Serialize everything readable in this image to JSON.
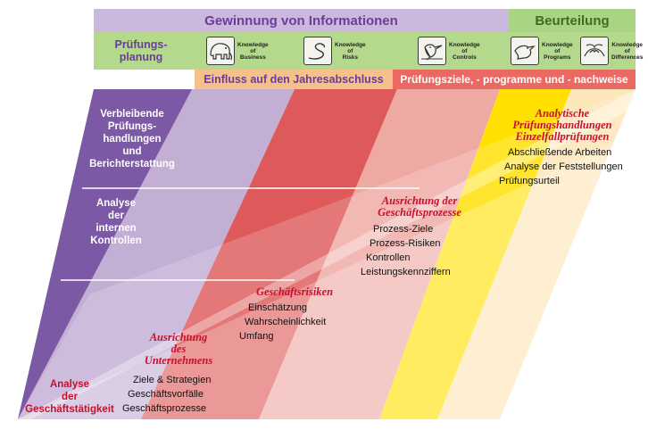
{
  "header": {
    "gewinnung": "Gewinnung von Informationen",
    "beurteilung": "Beurteilung",
    "pruefungsplanung": "Prüfungs-\nplanung",
    "einfluss": "Einfluss auf den Jahresabschluss",
    "pruefungsziele": "Prüfungsziele, - programme und - nachweise"
  },
  "knowledge": [
    {
      "label": "Knowledge\nof\nBusiness",
      "icon": "elephant-icon"
    },
    {
      "label": "Knowledge\nof\nRisks",
      "icon": "snake-icon"
    },
    {
      "label": "Knowledge\nof\nControls",
      "icon": "kingfisher-icon"
    },
    {
      "label": "Knowledge\nof\nPrograms",
      "icon": "bird-icon"
    },
    {
      "label": "Knowledge\nof\nDifferences",
      "icon": "hands-icon"
    }
  ],
  "phases": {
    "verbleibende": "Verbleibende\nPrüfungs-\nhandlungen\nund\nBerichterstattung",
    "analyse_kontrollen": "Analyse\nder\ninternen\nKontrollen",
    "analyse_geschaeft": "Analyse\nder\nGeschäftstätigkeit"
  },
  "blocks": {
    "analytische": {
      "title": "Analytische\nPrüfungshandlungen\nEinzelfallprüfungen",
      "items": [
        "Abschließende Arbeiten",
        "Analyse der Feststellungen",
        "Prüfungsurteil"
      ]
    },
    "prozesse": {
      "title": "Ausrichtung der\nGeschäftsprozesse",
      "items": [
        "Prozess-Ziele",
        "Prozess-Risiken",
        "Kontrollen",
        "Leistungskennziffern"
      ]
    },
    "risiken": {
      "title": "Geschäftsrisiken",
      "items": [
        "Einschätzung",
        "Wahrscheinlichkeit",
        "Umfang"
      ]
    },
    "unternehmen": {
      "title": "Ausrichtung\ndes\nUnternehmens",
      "items": [
        "Ziele & Strategien",
        "Geschäftsvorfälle",
        "Geschäftsprozesse"
      ]
    }
  },
  "colors": {
    "purple_dark": "#7b59a4",
    "lavender": "#c3aed4",
    "red": "#de5a5a",
    "salmon": "#efa9a3",
    "yellow": "#ffe000",
    "cream": "#fde6b8",
    "green": "#b5d98c",
    "orange": "#f6c08a"
  }
}
